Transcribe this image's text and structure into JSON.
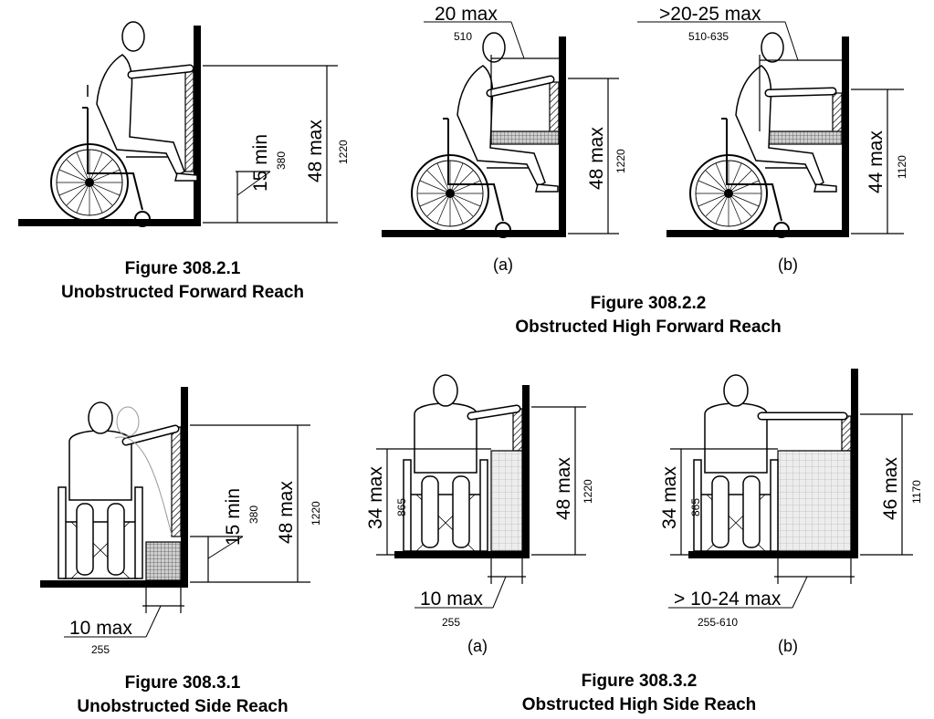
{
  "figures": {
    "f3081": {
      "caption_line1": "Figure 308.2.1",
      "caption_line2": "Unobstructed Forward Reach",
      "dim_min": "15 min",
      "dim_min_metric": "380",
      "dim_max": "48 max",
      "dim_max_metric": "1220"
    },
    "f3082": {
      "caption_line1": "Figure 308.2.2",
      "caption_line2": "Obstructed High Forward Reach",
      "a": {
        "label": "(a)",
        "depth": "20 max",
        "depth_metric": "510",
        "height": "48 max",
        "height_metric": "1220"
      },
      "b": {
        "label": "(b)",
        "depth": ">20-25 max",
        "depth_metric": "510-635",
        "height": "44 max",
        "height_metric": "1120"
      }
    },
    "f3083": {
      "caption_line1": "Figure 308.3.1",
      "caption_line2": "Unobstructed Side Reach",
      "dim_min": "15 min",
      "dim_min_metric": "380",
      "dim_max": "48 max",
      "dim_max_metric": "1220",
      "offset": "10 max",
      "offset_metric": "255"
    },
    "f3084": {
      "caption_line1": "Figure 308.3.2",
      "caption_line2": "Obstructed High Side Reach",
      "a": {
        "label": "(a)",
        "obst_height": "34 max",
        "obst_height_metric": "865",
        "height": "48 max",
        "height_metric": "1220",
        "depth": "10 max",
        "depth_metric": "255"
      },
      "b": {
        "label": "(b)",
        "obst_height": "34 max",
        "obst_height_metric": "865",
        "height": "46 max",
        "height_metric": "1170",
        "depth": "> 10-24 max",
        "depth_metric": "255-610"
      }
    }
  }
}
